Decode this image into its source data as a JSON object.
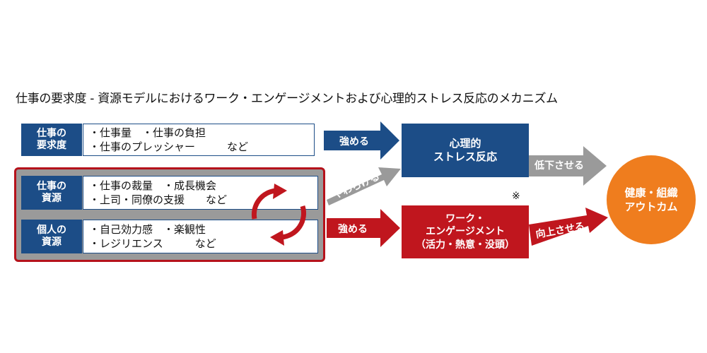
{
  "title": "仕事の要求度 - 資源モデルにおけるワーク・エンゲージメントおよび心理的ストレス反応のメカニズム",
  "demands": {
    "label": "仕事の\n要求度",
    "items": [
      "・仕事量　・仕事の負担",
      "・仕事のプレッシャー　　　など"
    ]
  },
  "job_resources": {
    "label": "仕事の\n資源",
    "items": [
      "・仕事の裁量　・成長機会",
      "・上司・同僚の支援　　など"
    ]
  },
  "personal_resources": {
    "label": "個人の\n資源",
    "items": [
      "・自己効力感　・楽観性",
      "・レジリエンス　　　など"
    ]
  },
  "arrows": {
    "strengthen_1": "強める",
    "soften": "やわらげる",
    "strengthen_2": "強める",
    "lower": "低下させる",
    "improve": "向上させる"
  },
  "stress_box": "心理的\nストレス反応",
  "engagement_box": "ワーク・\nエンゲージメント\n（活力・熱意・没頭）",
  "note_mark": "※",
  "outcome": "健康・組織\nアウトカム",
  "colors": {
    "navy": "#1c4d87",
    "red": "#c0161e",
    "gray": "#9a9a9a",
    "orange": "#ef7d1e"
  }
}
